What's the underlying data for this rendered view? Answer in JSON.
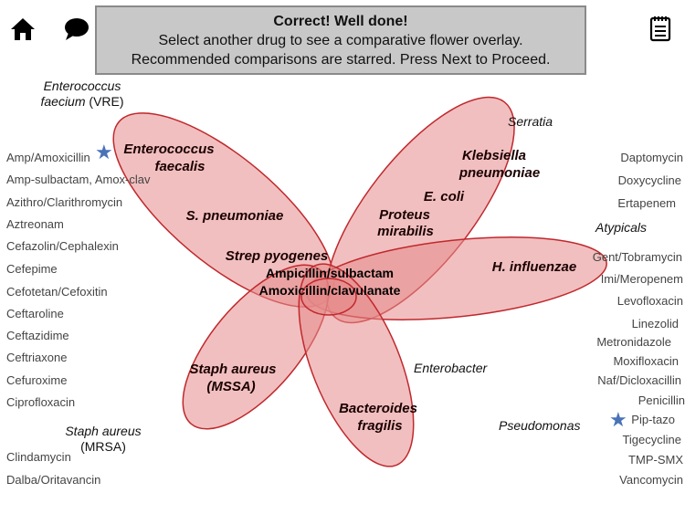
{
  "banner": {
    "title": "Correct!  Well done!",
    "line2": "Select another drug to see a comparative flower overlay.",
    "line3": "Recommended comparisons are starred.  Press Next to Proceed."
  },
  "left_drugs": [
    "Amp/Amoxicillin",
    "Amp-sulbactam, Amox-clav",
    "Azithro/Clarithromycin",
    "Aztreonam",
    "Cefazolin/Cephalexin",
    "Cefepime",
    "Cefotetan/Cefoxitin",
    "Ceftaroline",
    "Ceftazidime",
    "Ceftriaxone",
    "Cefuroxime",
    "Ciprofloxacin",
    "Clindamycin",
    "Dalba/Oritavancin"
  ],
  "right_drugs": [
    "Daptomycin",
    "Doxycycline",
    "Ertapenem",
    "Gent/Tobramycin",
    "Imi/Meropenem",
    "Levofloxacin",
    "Linezolid",
    "Metronidazole",
    "Moxifloxacin",
    "Naf/Dicloxacillin",
    "Penicillin",
    "Pip-tazo",
    "Tigecycline",
    "TMP-SMX",
    "Vancomycin"
  ],
  "organisms": {
    "vre_line1": "Enterococcus",
    "vre_line2_italic": "faecium",
    "vre_line2_plain": " (VRE)",
    "serratia": "Serratia",
    "atypicals": "Atypicals",
    "enterobacter": "Enterobacter",
    "pseudomonas": "Pseudomonas",
    "mrsa_line1": "Staph aureus",
    "mrsa_line2": "(MRSA)"
  },
  "petals": {
    "enterococcus_l1": "Enterococcus",
    "enterococcus_l2": "faecalis",
    "s_pneumoniae": "S. pneumoniae",
    "strep_pyogenes": "Strep pyogenes",
    "klebsiella_l1": "Klebsiella",
    "klebsiella_l2": "pneumoniae",
    "e_coli": "E. coli",
    "proteus_l1": "Proteus",
    "proteus_l2": "mirabilis",
    "h_influenzae": "H. influenzae",
    "staph_l1": "Staph aureus",
    "staph_l2": "(MSSA)",
    "bacteroides_l1": "Bacteroides",
    "bacteroides_l2": "fragilis"
  },
  "center": {
    "line1": "Ampicillin/sulbactam",
    "line2": "Amoxicillin/clavulanate"
  },
  "colors": {
    "petal_fill": "#e58a8a",
    "petal_stroke": "#c0282d",
    "star": "#4a72b8",
    "banner_bg": "#c8c8c8"
  },
  "icons": [
    "home-icon",
    "speech-bubble-icon",
    "notepad-icon",
    "star-icon"
  ]
}
